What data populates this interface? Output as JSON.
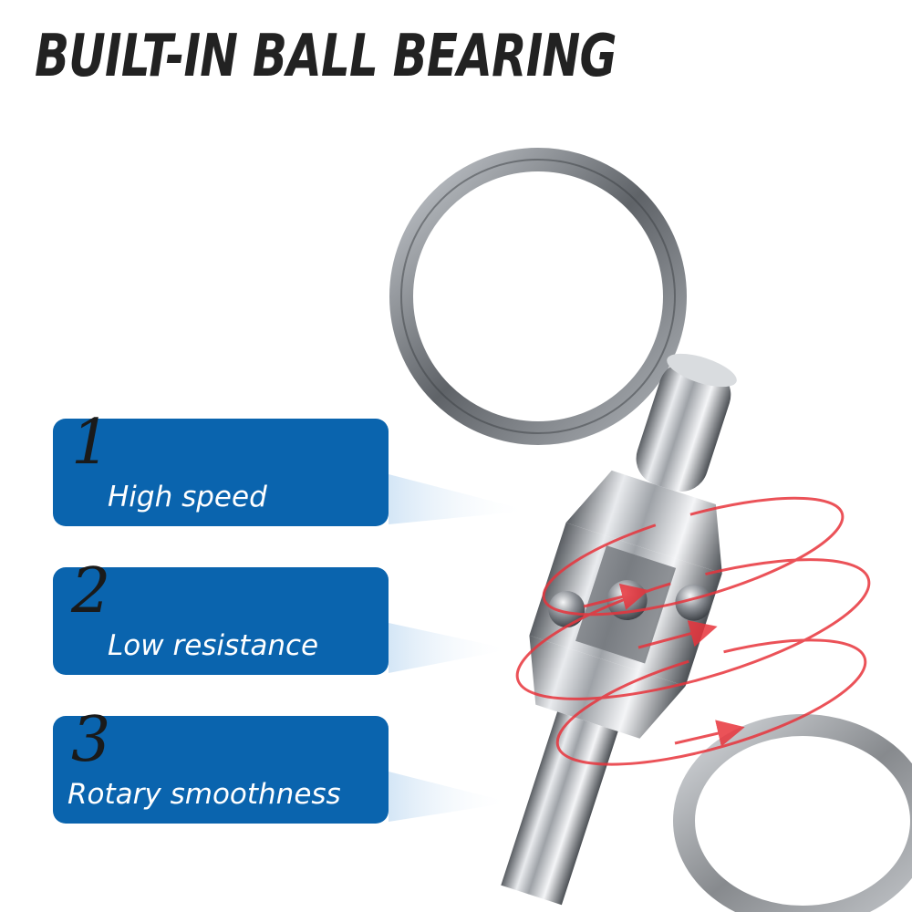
{
  "headline": "BUILT-IN BALL BEARING",
  "features": [
    {
      "number": "1",
      "label": "High speed"
    },
    {
      "number": "2",
      "label": "Low resistance"
    },
    {
      "number": "3",
      "label": "Rotary smoothness"
    }
  ],
  "colors": {
    "card_blue": "#0a64ae",
    "headline": "#222222",
    "rotation_arrows": "#e8343c",
    "metal": "#9a9ea3"
  },
  "icons": [
    "swivel-illustration",
    "rotation-arrow-icon"
  ]
}
